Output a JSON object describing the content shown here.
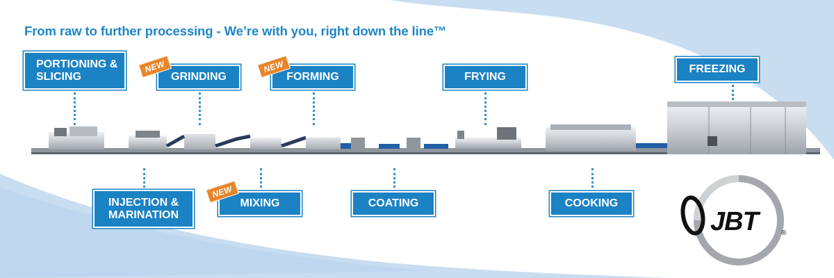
{
  "headline": "From raw to further processing - We’re with you, right down the line™",
  "stages_top": [
    {
      "id": "portioning",
      "label": "PORTIONING &\nSLICING",
      "new": false
    },
    {
      "id": "grinding",
      "label": "GRINDING",
      "new": true
    },
    {
      "id": "forming",
      "label": "FORMING",
      "new": true
    },
    {
      "id": "frying",
      "label": "FRYING",
      "new": false
    },
    {
      "id": "freezing",
      "label": "FREEZING",
      "new": false
    }
  ],
  "stages_bottom": [
    {
      "id": "injection",
      "label": "INJECTION &\nMARINATION",
      "new": false
    },
    {
      "id": "mixing",
      "label": "MIXING",
      "new": true
    },
    {
      "id": "coating",
      "label": "COATING",
      "new": false
    },
    {
      "id": "cooking",
      "label": "COOKING",
      "new": false
    }
  ],
  "badge_text": "NEW",
  "logo": {
    "text": "JBT",
    "registered": "®"
  },
  "colors": {
    "box_blue": "#1b82c4",
    "headline_blue": "#1f86c8",
    "badge_orange": "#e8852a",
    "sky_blue": "#c9ddf0"
  },
  "icons": [
    "jbt-logo-icon",
    "machine-line-illustration"
  ]
}
